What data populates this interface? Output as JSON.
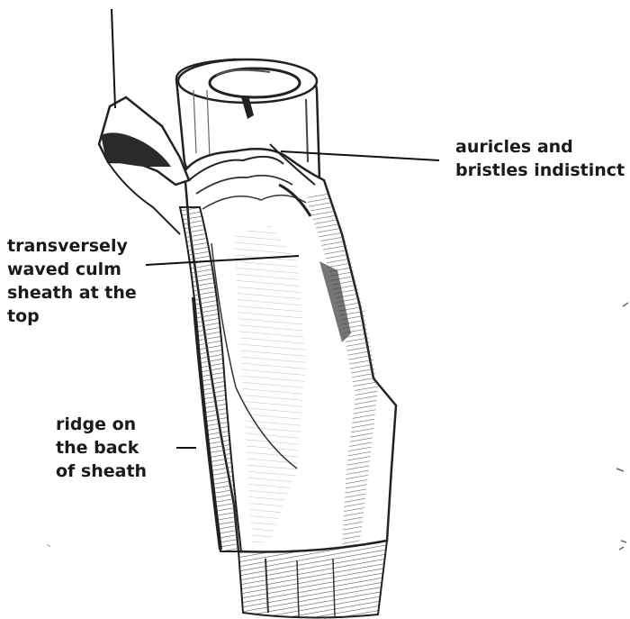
{
  "labels": {
    "auricles": [
      "auricles and",
      "bristles indistinct"
    ],
    "waved_sheath": [
      "transversely",
      "waved culm",
      "sheath at the",
      "top"
    ],
    "ridge": [
      "ridge on",
      "the back",
      "of sheath"
    ]
  },
  "colors": {
    "ink": "#1a1a1a",
    "shade": "#3a3a3a",
    "background": "#ffffff"
  }
}
